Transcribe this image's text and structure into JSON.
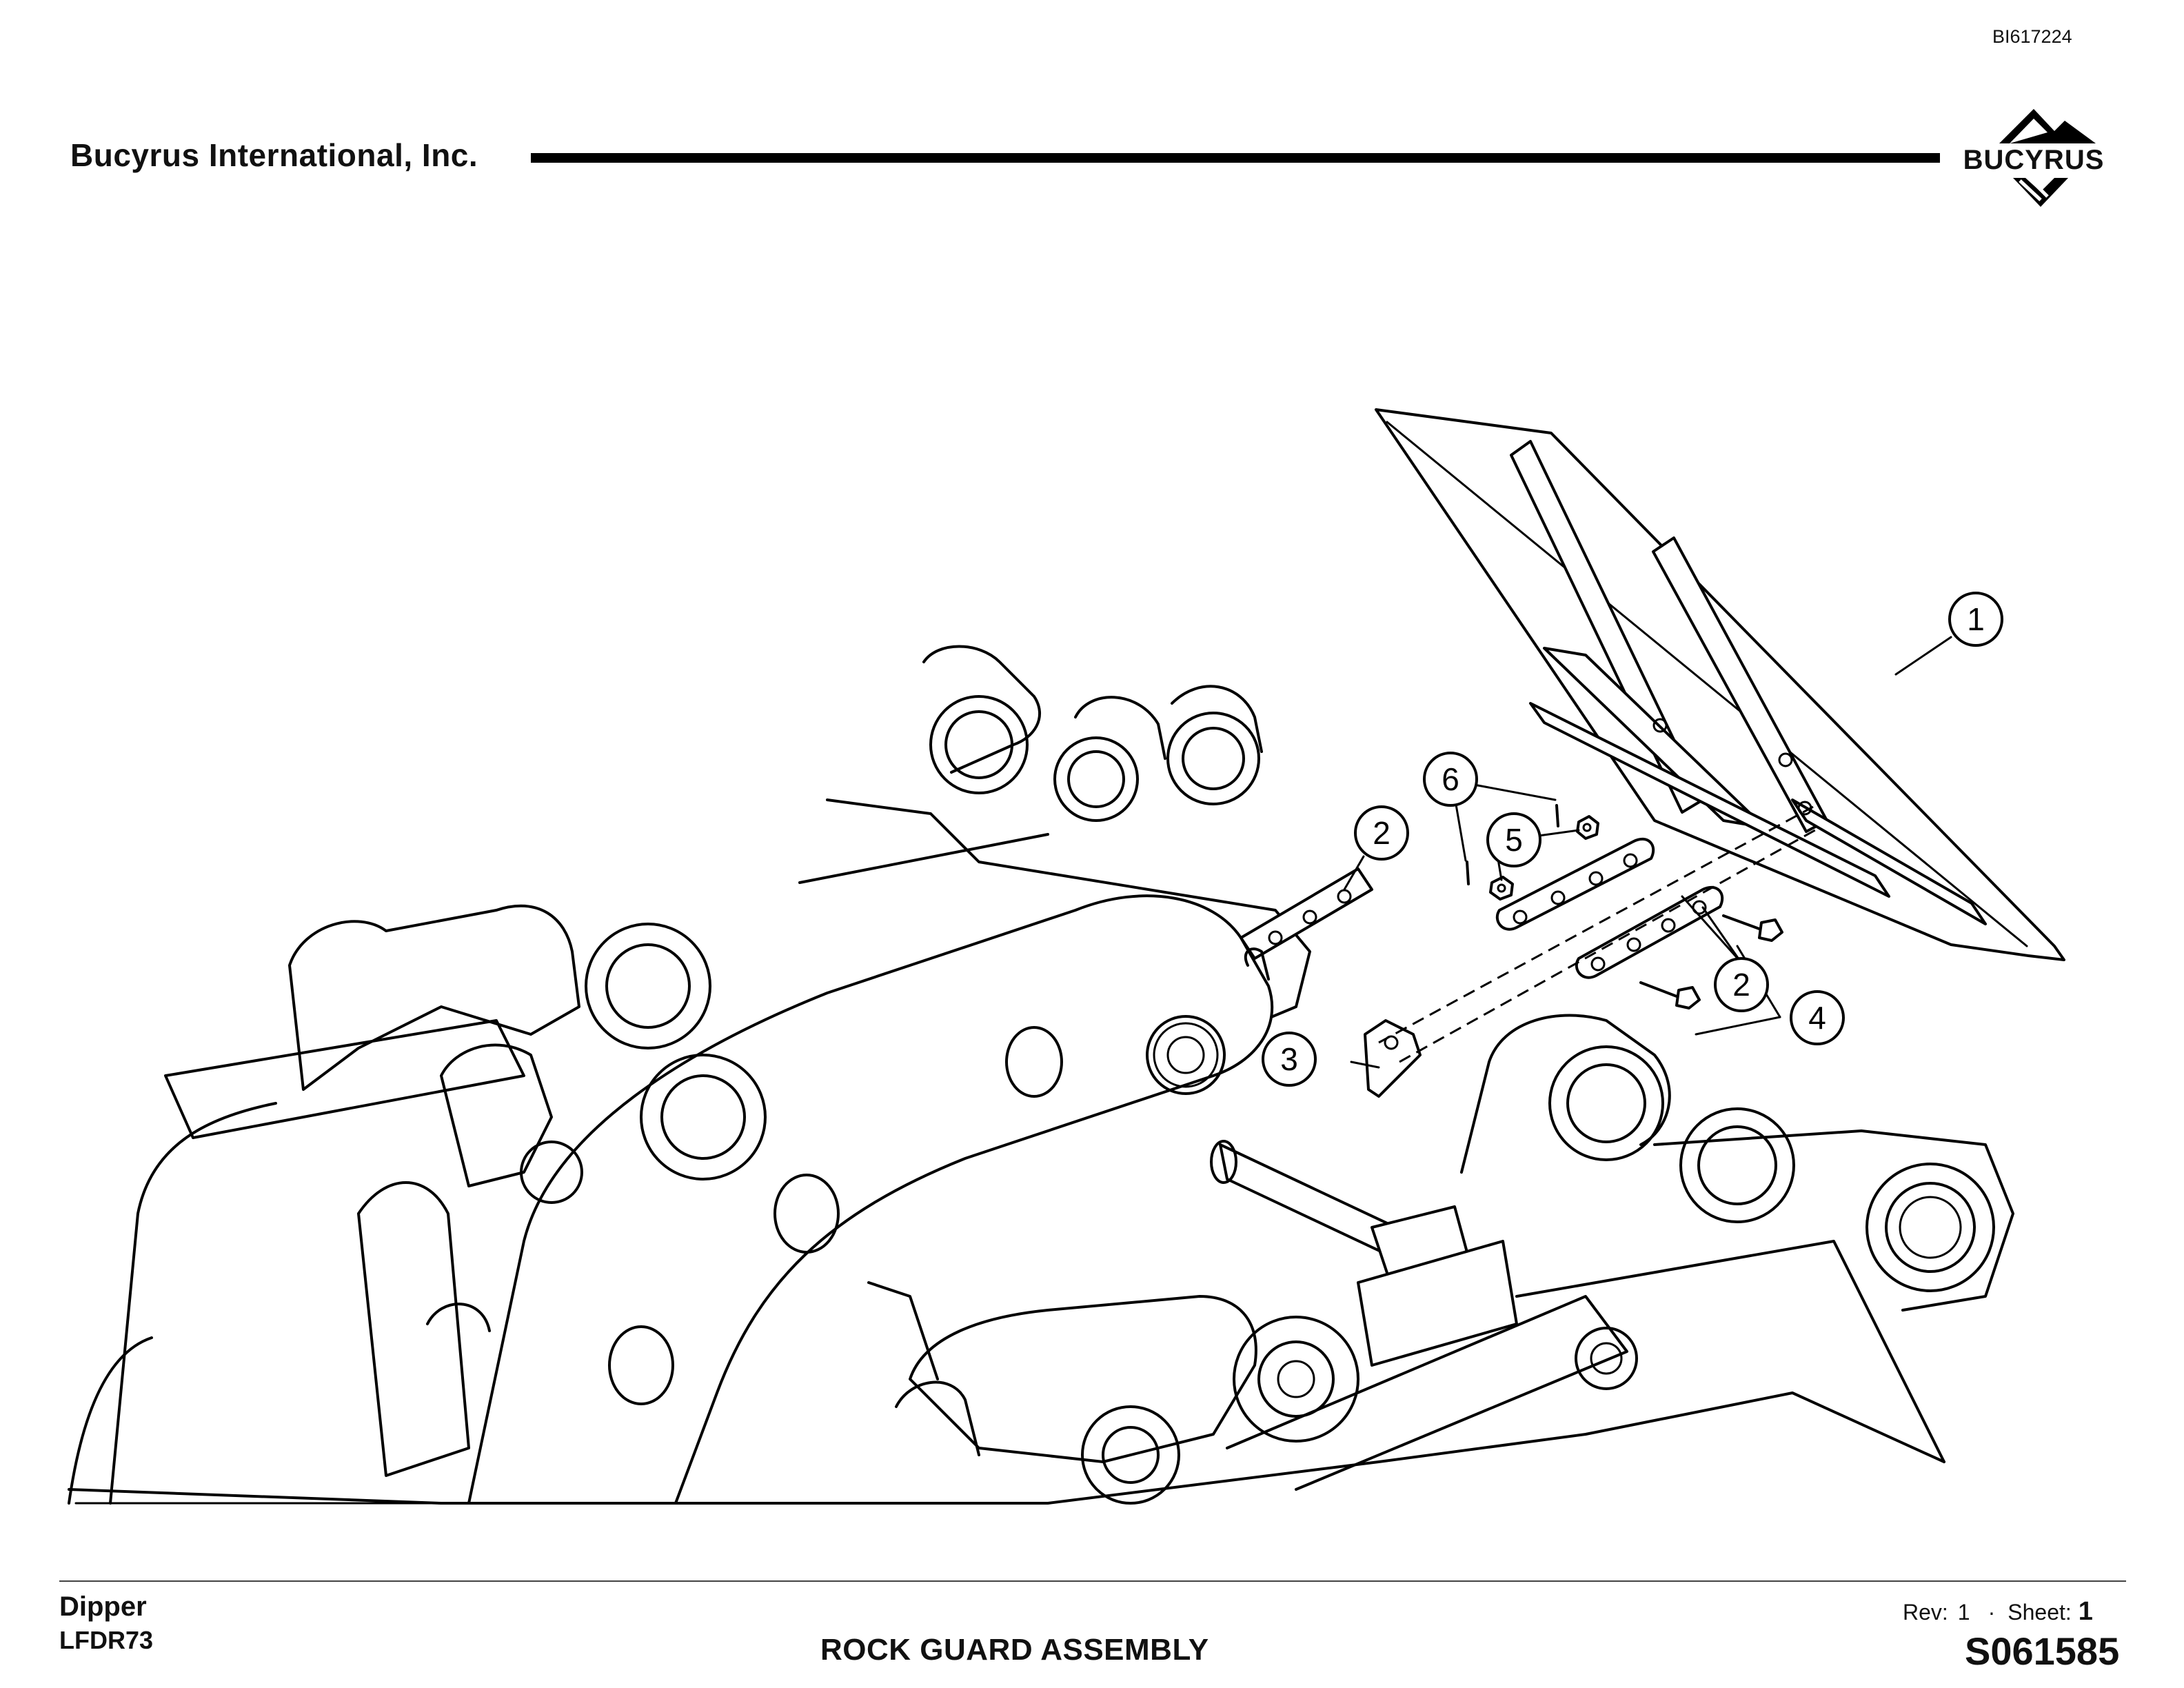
{
  "header": {
    "doc_id": "BI617224",
    "company": "Bucyrus International, Inc.",
    "logo_text": "BUCYRUS"
  },
  "callouts": [
    {
      "label": "1"
    },
    {
      "label": "2"
    },
    {
      "label": "2"
    },
    {
      "label": "3"
    },
    {
      "label": "4"
    },
    {
      "label": "5"
    },
    {
      "label": "6"
    }
  ],
  "footer": {
    "machine": "Dipper",
    "model": "LFDR73",
    "title": "ROCK GUARD ASSEMBLY",
    "rev_label": "Rev:",
    "rev_value": "1",
    "sheet_label": "Sheet:",
    "sheet_value": "1",
    "drawing_number": "S061585"
  },
  "colors": {
    "ink": "#000000",
    "paper": "#ffffff"
  }
}
